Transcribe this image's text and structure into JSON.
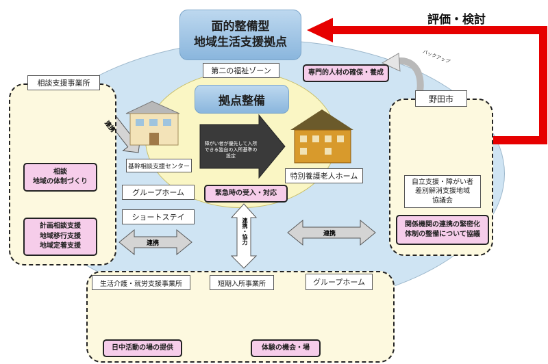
{
  "top": {
    "title_line1": "面的整備型",
    "title_line2": "地域生活支援拠点",
    "evaluation": "評価・検討"
  },
  "zone": {
    "second_welfare_zone": "第二の福祉ゾーン",
    "kyoten_seibi": "拠点整備",
    "specialist_training": "専門的人材の確保・養成",
    "backup_label": "バックアップ"
  },
  "left_panel": {
    "title": "相談支援事業所",
    "box1_line1": "相談",
    "box1_line2": "地域の体制づくり",
    "box2_line1": "計画相談支援",
    "box2_line2": "地域移行支援",
    "box2_line3": "地域定着支援"
  },
  "center": {
    "kikan_center": "基幹相談支援センター",
    "group_home": "グループホーム",
    "short_stay": "ショートステイ",
    "arrow_text": "障がい者が優先して入所できる独自の入所基準の設定",
    "tokuyo": "特別養護老人ホーム",
    "emergency": "緊急時の受入・対応"
  },
  "right_panel": {
    "title": "野田市",
    "council_line1": "自立支援・障がい者",
    "council_line2": "差別解消支援地域",
    "council_line3": "協議会",
    "pink_line1": "関係機関の連携の緊密化",
    "pink_line2": "体制の整備について協議"
  },
  "arrows": {
    "renkei_diag": "連携",
    "renkei_left": "連携",
    "renkei_right": "連携",
    "renkei_kyoryoku": "連携・協力"
  },
  "bottom_panel": {
    "daycare": "生活介護・就労支援事業所",
    "short_term": "短期入所事業所",
    "group_home": "グループホーム",
    "daytime_activity": "日中活動の場の提供",
    "experience": "体験の機会・場"
  },
  "colors": {
    "title_blue": "#a4c6e6",
    "outer_ellipse": "#cfe4f3",
    "inner_ellipse": "#faf6c4",
    "panel_cream": "#fdf9df",
    "pink": "#f6cdea",
    "red_arrow": "#e60000",
    "gray_arrow": "#c8c8c8"
  }
}
